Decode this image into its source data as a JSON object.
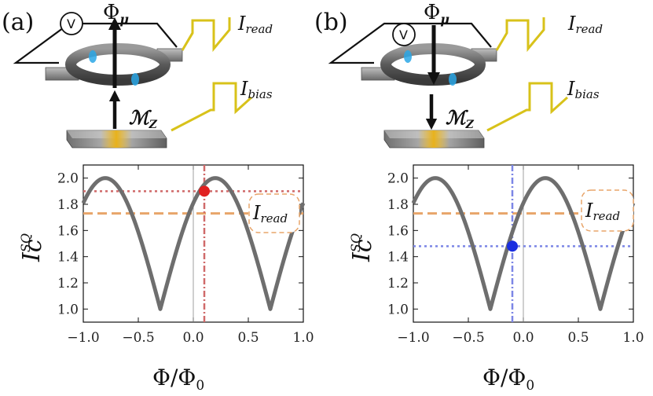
{
  "figure": {
    "panels": [
      {
        "label": "(a)",
        "schematic": {
          "voltmeter": "V",
          "flux_symbol": "Φ",
          "flux_subscript": "μ",
          "flux_arrow": "up",
          "moment_symbol": "ℳ",
          "moment_subscript": "Z",
          "moment_arrow": "up",
          "read_pulse": {
            "symbol": "I",
            "subscript": "read"
          },
          "bias_pulse": {
            "symbol": "I",
            "subscript": "bias"
          }
        },
        "annotation": {
          "symbol": "I",
          "subscript": "read"
        },
        "marker_color": "#e02020",
        "guide_color": "#d06a6a"
      },
      {
        "label": "(b)",
        "schematic": {
          "voltmeter": "V",
          "flux_symbol": "Φ",
          "flux_subscript": "μ",
          "flux_arrow": "down",
          "moment_symbol": "ℳ",
          "moment_subscript": "Z",
          "moment_arrow": "down",
          "read_pulse": {
            "symbol": "I",
            "subscript": "read"
          },
          "bias_pulse": {
            "symbol": "I",
            "subscript": "bias"
          }
        },
        "annotation": {
          "symbol": "I",
          "subscript": "read"
        },
        "marker_color": "#1a2ee0",
        "guide_color": "#7c86e6"
      }
    ],
    "colors": {
      "curve": "#6e6e6e",
      "threshold": "#e8a56a",
      "ring": "#6d6d6d",
      "stripe_blue": "#2aa7e6",
      "stripe_gold": "#e8b21c",
      "pulse": "#d8c21a"
    }
  },
  "chart_data": [
    {
      "type": "line",
      "title": "",
      "xlabel": "Φ/Φ",
      "xlabel_sub": "0",
      "ylabel": "I",
      "ylabel_sub": "c",
      "ylabel_sup": "SQ",
      "xlim": [
        -1.0,
        1.0
      ],
      "ylim": [
        0.9,
        2.1
      ],
      "xticks": [
        "-1.0",
        "-0.5",
        "0.0",
        "0.5",
        "1.0"
      ],
      "xtick_values": [
        -1.0,
        -0.5,
        0.0,
        0.5,
        1.0
      ],
      "yticks": [
        "1.0",
        "1.2",
        "1.4",
        "1.6",
        "1.8",
        "2.0"
      ],
      "ytick_values": [
        1.0,
        1.2,
        1.4,
        1.6,
        1.8,
        2.0
      ],
      "series": [
        {
          "x": [
            -1.0,
            -0.9,
            -0.8,
            -0.7,
            -0.6,
            -0.5,
            -0.4,
            -0.3,
            -0.2,
            -0.1,
            0.0,
            0.1,
            0.2,
            0.3,
            0.4,
            0.5,
            0.6,
            0.7,
            0.8,
            0.9,
            1.0
          ],
          "y": [
            1.76,
            1.95,
            2.0,
            1.95,
            1.82,
            1.62,
            1.34,
            1.0,
            1.34,
            1.62,
            1.82,
            1.95,
            2.0,
            1.95,
            1.82,
            1.62,
            1.34,
            1.0,
            1.34,
            1.62,
            1.82
          ]
        }
      ],
      "threshold_y": 1.73,
      "marker": {
        "x": 0.1,
        "y": 1.9
      },
      "grid": false
    },
    {
      "type": "line",
      "title": "",
      "xlabel": "Φ/Φ",
      "xlabel_sub": "0",
      "ylabel": "I",
      "ylabel_sub": "c",
      "ylabel_sup": "SQ",
      "xlim": [
        -1.0,
        1.0
      ],
      "ylim": [
        0.9,
        2.1
      ],
      "xticks": [
        "-1.0",
        "-0.5",
        "0.0",
        "0.5",
        "1.0"
      ],
      "xtick_values": [
        -1.0,
        -0.5,
        0.0,
        0.5,
        1.0
      ],
      "yticks": [
        "1.0",
        "1.2",
        "1.4",
        "1.6",
        "1.8",
        "2.0"
      ],
      "ytick_values": [
        1.0,
        1.2,
        1.4,
        1.6,
        1.8,
        2.0
      ],
      "series": [
        {
          "x": [
            -1.0,
            -0.9,
            -0.8,
            -0.7,
            -0.6,
            -0.5,
            -0.4,
            -0.3,
            -0.2,
            -0.1,
            0.0,
            0.1,
            0.2,
            0.3,
            0.4,
            0.5,
            0.6,
            0.7,
            0.8,
            0.9,
            1.0
          ],
          "y": [
            1.76,
            1.95,
            2.0,
            1.95,
            1.82,
            1.62,
            1.34,
            1.0,
            1.34,
            1.62,
            1.82,
            1.95,
            2.0,
            1.95,
            1.82,
            1.62,
            1.34,
            1.0,
            1.34,
            1.62,
            1.82
          ]
        }
      ],
      "threshold_y": 1.73,
      "marker": {
        "x": -0.1,
        "y": 1.48
      },
      "grid": false
    }
  ]
}
